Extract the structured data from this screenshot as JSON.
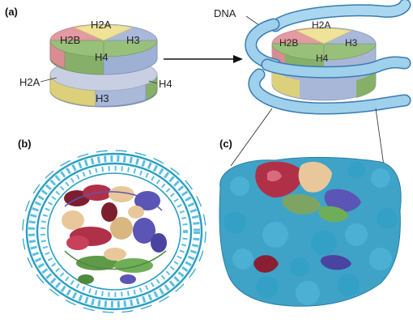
{
  "panels": {
    "a": {
      "label": "(a)",
      "top_layer": [
        "H2A",
        "H2B",
        "H3",
        "H4"
      ],
      "side_labels": {
        "left": "H2A",
        "right": "H4",
        "front": "H3"
      }
    },
    "b": {
      "label": "(b)"
    },
    "c": {
      "label": "(c)"
    },
    "dna_label": "DNA",
    "wrapped_core": [
      "H2A",
      "H2B",
      "H3",
      "H4"
    ]
  },
  "colors": {
    "H2A": "#efe39a",
    "H2B": "#e39aa0",
    "H3": "#aab8d9",
    "H4": "#98c07a",
    "dna": "#8fc8e8",
    "dna_outline": "#3a7bb0",
    "ribbon_dna": "#2a9ec4",
    "surface": "#3fa3c8",
    "protein_red": "#b03048",
    "protein_tan": "#e8c89a",
    "protein_purple": "#5b55b5",
    "protein_green": "#5f9a4a"
  }
}
